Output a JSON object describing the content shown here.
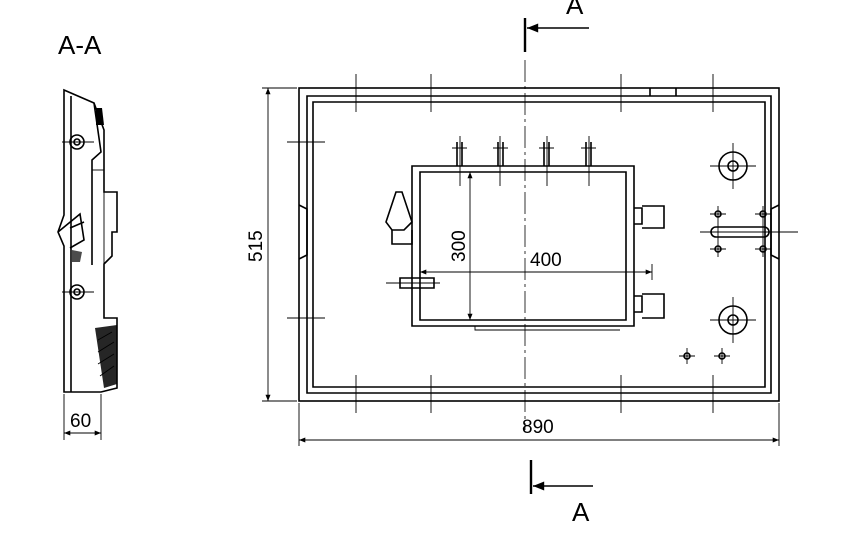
{
  "section": {
    "title": "A-A",
    "label_top": "A",
    "label_bottom": "A"
  },
  "dimensions": {
    "height_overall": "515",
    "width_overall": "890",
    "depth": "60",
    "opening_height": "300",
    "opening_width": "400"
  }
}
